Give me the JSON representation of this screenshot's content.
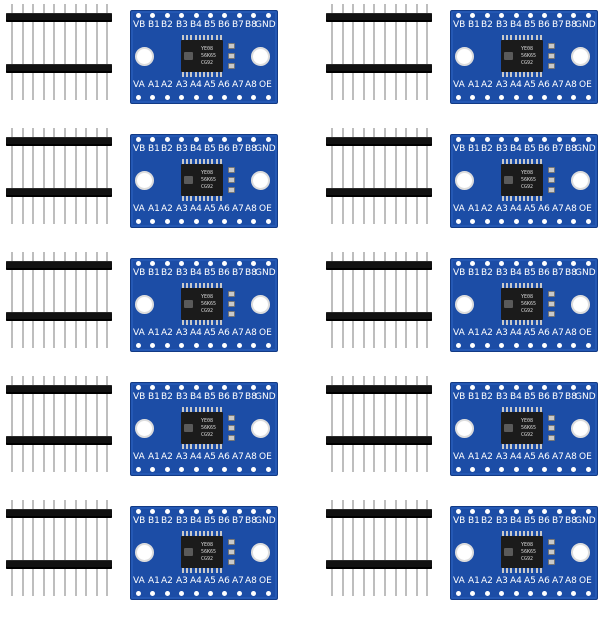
{
  "image": {
    "subject": "Ten TXS0108E 8-channel logic level converter boards, each with two black pin headers",
    "grid": {
      "rows": 5,
      "columns": 2
    }
  },
  "board": {
    "top_labels": [
      "VB",
      "B1",
      "B2",
      "B3",
      "B4",
      "B5",
      "B6",
      "B7",
      "B8",
      "GND"
    ],
    "bottom_labels": [
      "VA",
      "A1",
      "A2",
      "A3",
      "A4",
      "A5",
      "A6",
      "A7",
      "A8",
      "OE"
    ],
    "chip_marking": [
      "YE08",
      "56K65",
      "CG92"
    ],
    "pcb_color": "#1c4da6",
    "silkscreen_color": "#ffffff",
    "chip_color": "#1b1b1b"
  },
  "pin_header": {
    "count_per_kit": 2,
    "pins_per_header": 10,
    "plastic_color": "#111111",
    "pin_color": "#d0d0d0"
  }
}
